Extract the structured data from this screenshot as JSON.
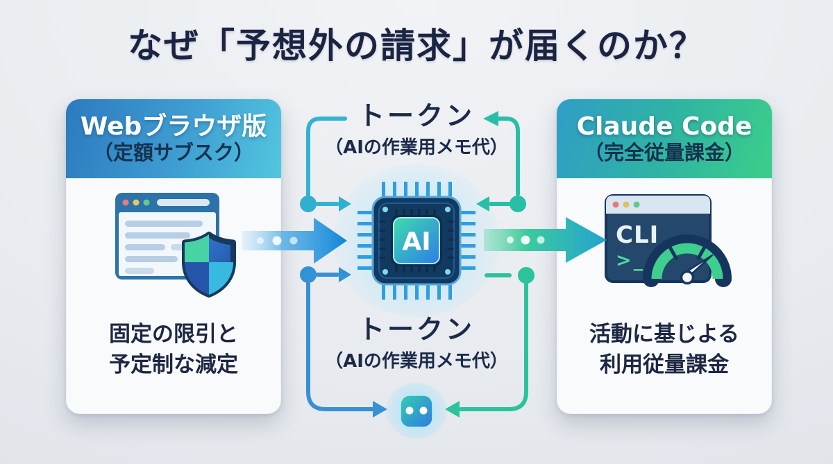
{
  "title": "なぜ「予想外の請求」が届くのか？",
  "left_card": {
    "title": "Webブラウザ版",
    "subtitle": "（定額サブスク）",
    "icon": "browser-shield-icon",
    "caption_line1": "固定の限引と",
    "caption_line2": "予定制な減定"
  },
  "right_card": {
    "title": "Claude Code",
    "subtitle": "（完全従量課金）",
    "icon": "terminal-gauge-icon",
    "cli_label": "CLI",
    "cli_prompt": ">_",
    "caption_line1": "活動に基じよる",
    "caption_line2": "利用従量課金"
  },
  "center": {
    "chip_label": "AI",
    "top_token_title": "トークン",
    "top_token_subtitle": "（AIの作業用メモ代）",
    "bottom_token_title": "トークン",
    "bottom_token_subtitle": "（AIの作業用メモ代）"
  },
  "colors": {
    "title_navy": "#1b2442",
    "card_bg": "#f8fafc",
    "left_header_start": "#2d7abf",
    "left_header_end": "#52c6df",
    "right_header_start": "#2f9ec6",
    "right_header_end": "#3bce8a",
    "arrow_blue": "#0f86d6",
    "arrow_green": "#23a3cf",
    "connector_cyan": "#34b2d2",
    "connector_green": "#29bfa6",
    "connector_blue": "#3890d4",
    "chip_inner_green": "#3edcab",
    "chip_inner_blue": "#2f7ce8"
  }
}
